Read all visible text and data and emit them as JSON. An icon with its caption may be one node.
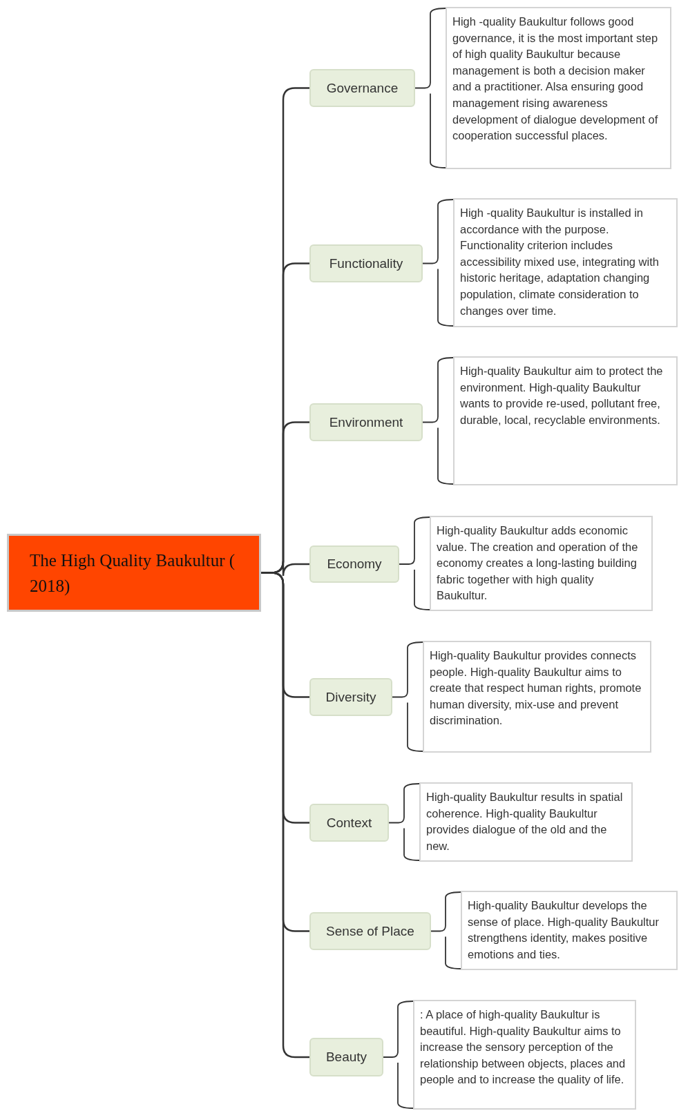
{
  "diagram": {
    "nodes": [
      {
        "text": [
          "The High Quality Baukultur ( 2018)"
        ]
      },
      {
        "text": [
          "Governance"
        ]
      },
      {
        "text": [
          "High -quality Baukultur follows good governance, it is the most important step of high quality Baukultur because management is both a decision maker and a practitioner. Alsa ensuring good management rising awareness development of dialogue development of cooperation successful places."
        ]
      },
      {
        "text": [
          "Functionality"
        ]
      },
      {
        "text": [
          "High -quality Baukultur is installed in accordance with the purpose. Functionality criterion includes accessibility mixed use, integrating with historic heritage, adaptation changing population, climate consideration to changes over time."
        ]
      },
      {
        "text": [
          "Environment"
        ]
      },
      {
        "text": [
          "High-quality Baukultur aim to protect the environment. High-quality Baukultur wants to provide re-used, pollutant free, durable, local, recyclable environments."
        ]
      },
      {
        "text": [
          "Economy"
        ]
      },
      {
        "text": [
          "High-quality Baukultur adds economic value. The creation and operation of the economy creates a long-lasting building fabric together with high quality Baukultur."
        ]
      },
      {
        "text": [
          "Diversity"
        ]
      },
      {
        "text": [
          "High-quality Baukultur provides connects people. High-quality Baukultur aims to create that respect human rights, promote human diversity, mix-use and prevent discrimination."
        ]
      },
      {
        "text": [
          "Context"
        ]
      },
      {
        "text": [
          "High-quality Baukultur results in spatial coherence. High-quality Baukultur provides dialogue of the old and the new."
        ]
      },
      {
        "text": [
          "Sense of Place"
        ]
      },
      {
        "text": [
          "High-quality Baukultur develops the sense of place. High-quality Baukultur strengthens identity, makes positive emotions and ties."
        ]
      },
      {
        "text": [
          "Beauty"
        ]
      },
      {
        "text": [
          ": A place of high-quality Baukultur is beautiful. High-quality Baukultur aims to increase the sensory perception of the relationship between objects, places and people and to increase the quality of life."
        ]
      }
    ],
    "edges": [
      {
        "from": 0,
        "to": 1,
        "arrow": "none"
      },
      {
        "from": 0,
        "to": 3,
        "arrow": "none"
      },
      {
        "from": 0,
        "to": 5,
        "arrow": "none"
      },
      {
        "from": 0,
        "to": 7,
        "arrow": "none"
      },
      {
        "from": 0,
        "to": 9,
        "arrow": "none"
      },
      {
        "from": 0,
        "to": 11,
        "arrow": "none"
      },
      {
        "from": 0,
        "to": 13,
        "arrow": "none"
      },
      {
        "from": 0,
        "to": 15,
        "arrow": "none"
      },
      {
        "from": 1,
        "to": 2,
        "arrow": "none"
      },
      {
        "from": 3,
        "to": 4,
        "arrow": "none"
      },
      {
        "from": 5,
        "to": 6,
        "arrow": "none"
      },
      {
        "from": 7,
        "to": 8,
        "arrow": "none"
      },
      {
        "from": 9,
        "to": 10,
        "arrow": "none"
      },
      {
        "from": 11,
        "to": 12,
        "arrow": "none"
      },
      {
        "from": 13,
        "to": 14,
        "arrow": "none"
      },
      {
        "from": 15,
        "to": 16,
        "arrow": "none"
      }
    ]
  }
}
